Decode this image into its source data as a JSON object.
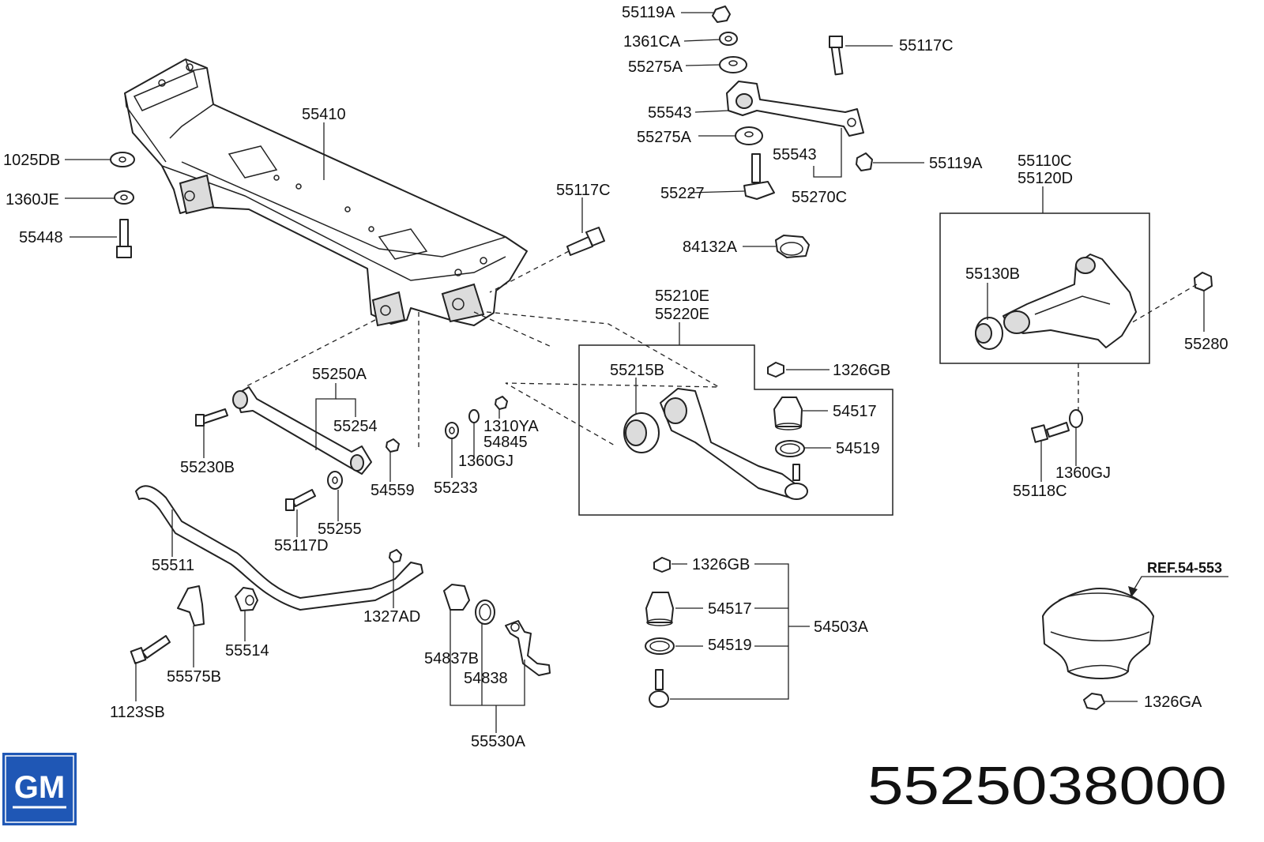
{
  "labels": {
    "l_55119A_top": "55119A",
    "l_1361CA": "1361CA",
    "l_55117C_top": "55117C",
    "l_55275A_top": "55275A",
    "l_55543_a": "55543",
    "l_55275A_b": "55275A",
    "l_55543_b": "55543",
    "l_55119A_mid": "55119A",
    "l_55227": "55227",
    "l_55270C": "55270C",
    "l_55110C": "55110C",
    "l_55120D": "55120D",
    "l_55410": "55410",
    "l_1025DB": "1025DB",
    "l_1360JE": "1360JE",
    "l_55448": "55448",
    "l_55117C_mid": "55117C",
    "l_84132A": "84132A",
    "l_55130B": "55130B",
    "l_55280": "55280",
    "l_55210E": "55210E",
    "l_55220E": "55220E",
    "l_1326GB_a": "1326GB",
    "l_55215B": "55215B",
    "l_54517_a": "54517",
    "l_54519_a": "54519",
    "l_55250A": "55250A",
    "l_55254": "55254",
    "l_1310YA": "1310YA",
    "l_54845": "54845",
    "l_1360GJ_a": "1360GJ",
    "l_55230B": "55230B",
    "l_54559": "54559",
    "l_55233": "55233",
    "l_55255": "55255",
    "l_55117D": "55117D",
    "l_55118C": "55118C",
    "l_1360GJ_b": "1360GJ",
    "l_55511": "55511",
    "l_1327AD": "1327AD",
    "l_55514": "55514",
    "l_55575B": "55575B",
    "l_1123SB": "1123SB",
    "l_54837B": "54837B",
    "l_54838": "54838",
    "l_55530A": "55530A",
    "l_1326GB_b": "1326GB",
    "l_54517_b": "54517",
    "l_54519_b": "54519",
    "l_54503A": "54503A",
    "l_ref": "REF.54-553",
    "l_1326GA": "1326GA"
  },
  "brand": {
    "logo_text": "GM",
    "logo_color": "#1f57b5"
  },
  "part_number": "5525038000"
}
